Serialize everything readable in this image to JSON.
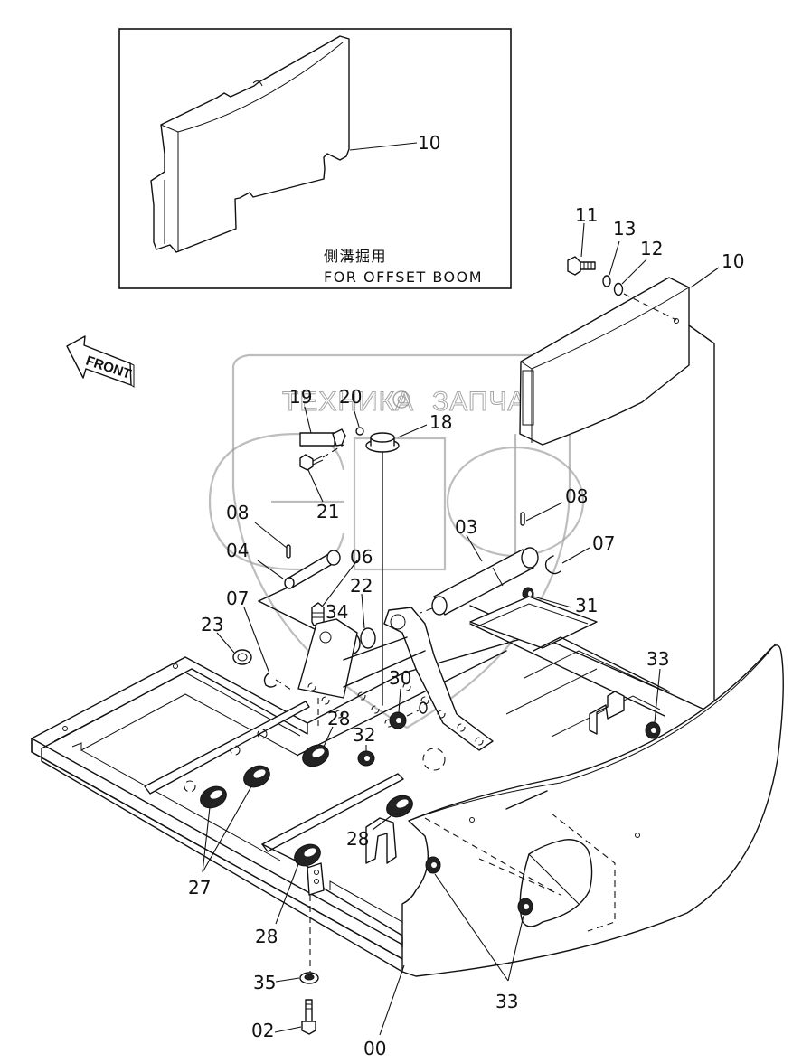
{
  "diagram": {
    "title": "Upper frame and counterweight — exploded parts view",
    "inset": {
      "note_jp": "側溝掘用",
      "note_en": "FOR OFFSET BOOM",
      "part_label": "10"
    },
    "direction_arrow": {
      "label": "FRONT"
    },
    "watermark": {
      "text_left": "ТЕХНИКА",
      "text_right": "ЗАПЧАСТИ",
      "logo": "ЭПФ"
    },
    "callouts": {
      "c10_top": "10",
      "c11": "11",
      "c13": "13",
      "c12": "12",
      "c19": "19",
      "c20": "20",
      "c18": "18",
      "c21": "21",
      "c08_left": "08",
      "c08_right": "08",
      "c04": "04",
      "c06": "06",
      "c03": "03",
      "c07_right": "07",
      "c07_left": "07",
      "c22": "22",
      "c34": "34",
      "c31": "31",
      "c23": "23",
      "c30": "30",
      "c33_right": "33",
      "c28_a": "28",
      "c32": "32",
      "c28_b": "28",
      "c27": "27",
      "c28_c": "28",
      "c35": "35",
      "c02": "02",
      "c00": "00",
      "c33_bottom": "33"
    }
  }
}
